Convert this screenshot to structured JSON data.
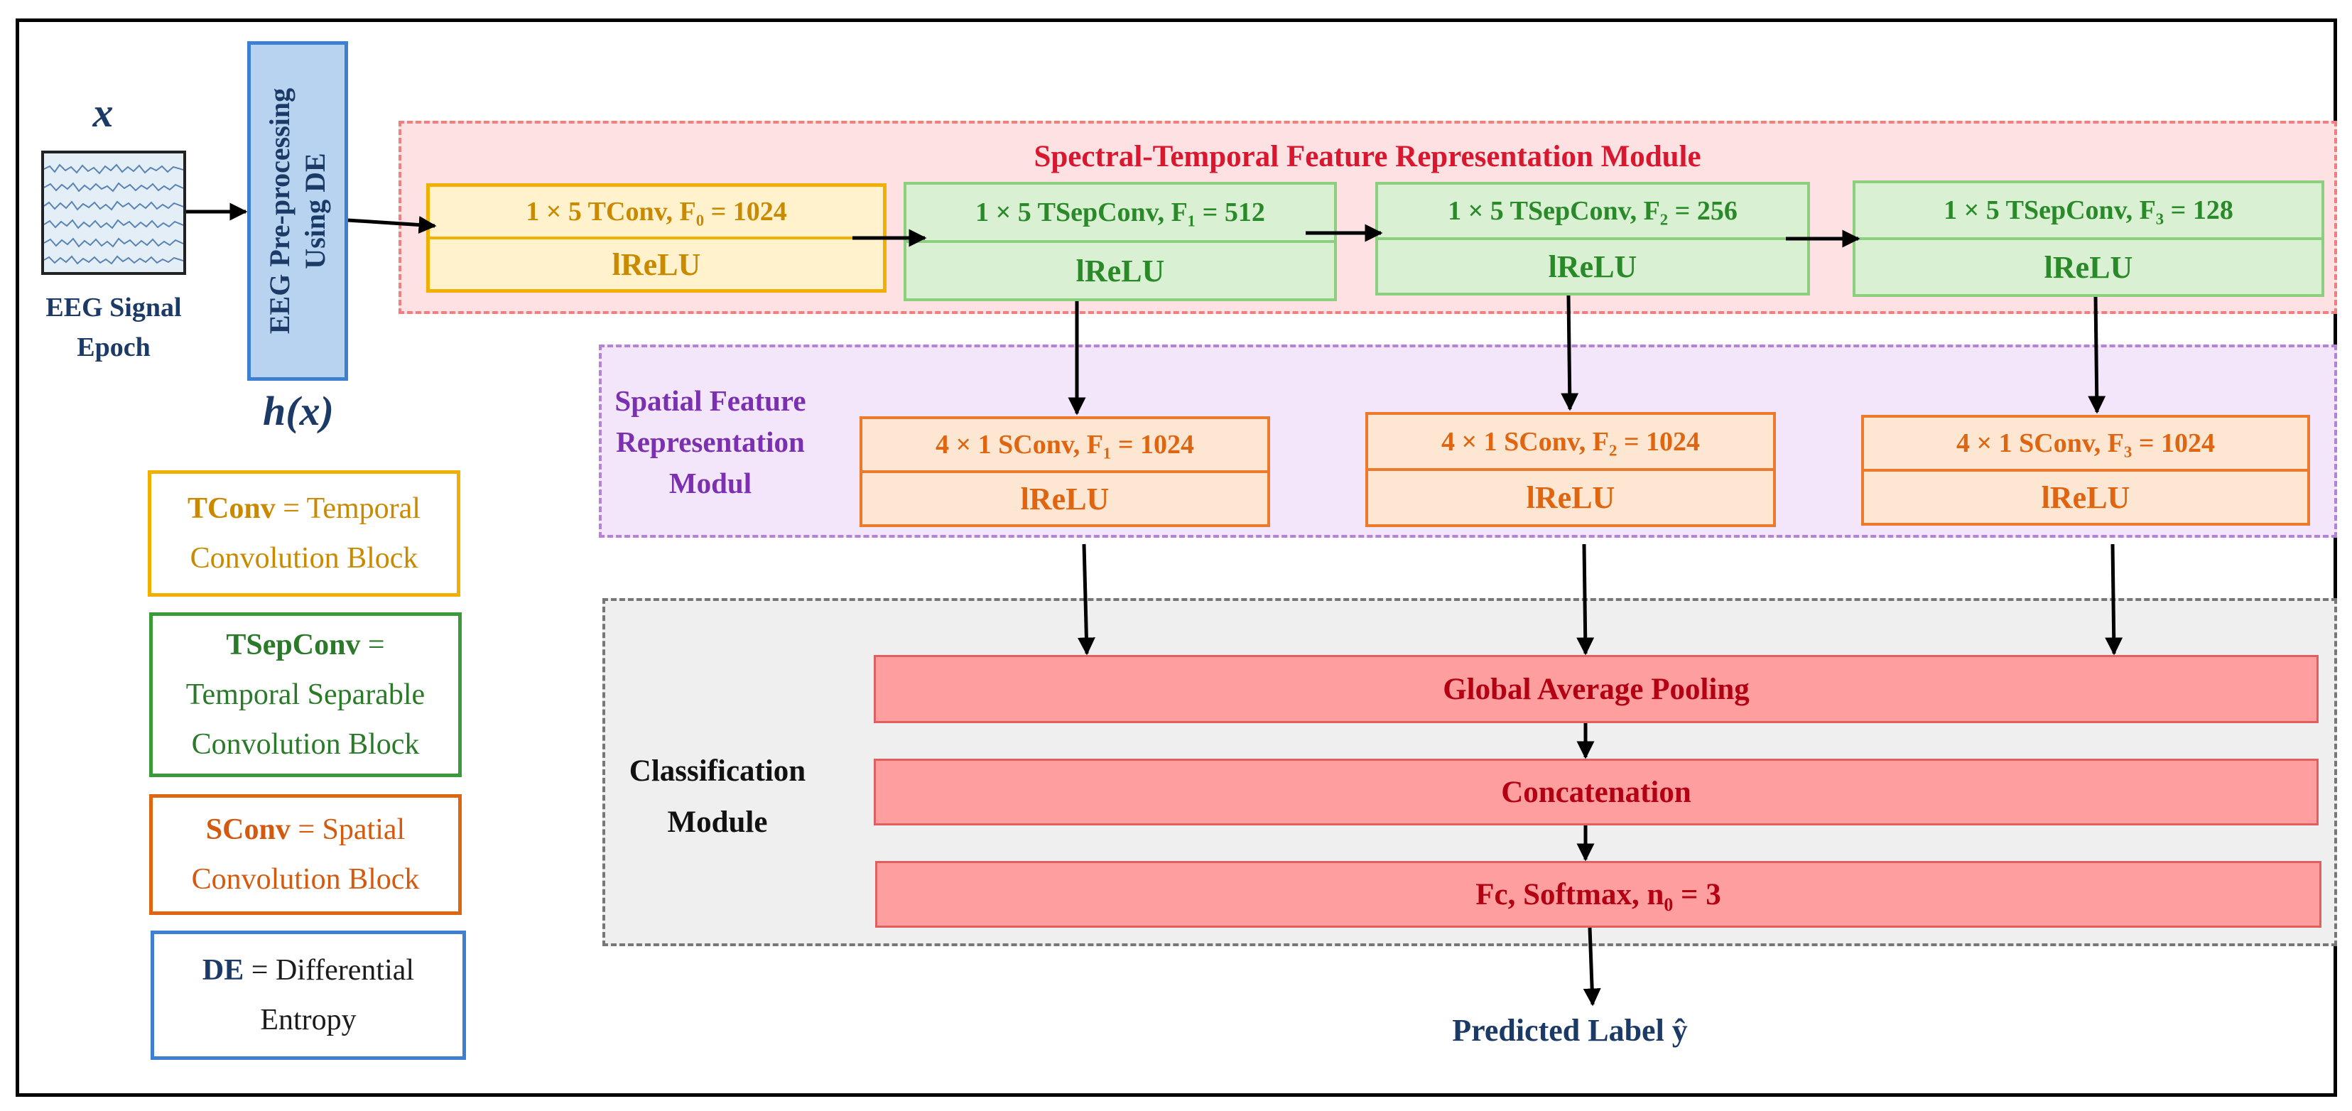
{
  "input": {
    "x_label": "x",
    "eeg_caption_line1": "EEG Signal",
    "eeg_caption_line2": "Epoch"
  },
  "preprocess": {
    "line1": "EEG Pre-processing",
    "line2": "Using DE",
    "output_label": "h(x)"
  },
  "spectral_module": {
    "title": "Spectral-Temporal Feature Representation Module",
    "blocks": [
      {
        "top": "1 × 5 TConv, F₀ = 1024",
        "bottom": "lReLU"
      },
      {
        "top": "1 × 5  TSepConv, F₁ = 512",
        "bottom": "lReLU"
      },
      {
        "top": "1 × 5  TSepConv, F₂ = 256",
        "bottom": "lReLU"
      },
      {
        "top": "1 × 5  TSepConv, F₃ = 128",
        "bottom": "lReLU"
      }
    ]
  },
  "spatial_module": {
    "title_line1": "Spatial Feature",
    "title_line2": "Representation",
    "title_line3": "Modul",
    "blocks": [
      {
        "top": "4 × 1 SConv, F₁ = 1024",
        "bottom": "lReLU"
      },
      {
        "top": "4 × 1 SConv, F₂ = 1024",
        "bottom": "lReLU"
      },
      {
        "top": "4 × 1 SConv, F₃ = 1024",
        "bottom": "lReLU"
      }
    ]
  },
  "classification_module": {
    "title_line1": "Classification",
    "title_line2": "Module",
    "layers": [
      "Global Average Pooling",
      "Concatenation",
      "Fc, Softmax, n₀ = 3"
    ]
  },
  "output_label": "Predicted Label ŷ",
  "legend": {
    "tconv": {
      "abbr": "TConv",
      "def_line1": " = Temporal",
      "def_line2": "Convolution Block"
    },
    "tsepconv": {
      "abbr": "TSepConv",
      "def_line1": " =",
      "def_line2": "Temporal Separable",
      "def_line3": "Convolution Block"
    },
    "sconv": {
      "abbr": "SConv",
      "def_line1": " = Spatial",
      "def_line2": "Convolution Block"
    },
    "de": {
      "abbr": "DE",
      "def_line1": " = Differential",
      "def_line2": "Entropy"
    }
  },
  "colors": {
    "spectral_region": "#fde1e3",
    "spatial_region": "#f3e6fa",
    "classification_region": "#efefef",
    "tconv": "#f1b000",
    "tsepconv": "#8ccf7f",
    "sconv": "#ec7a2a",
    "dense": "#ff9e9e",
    "preprocess": "#3d7fd1"
  }
}
